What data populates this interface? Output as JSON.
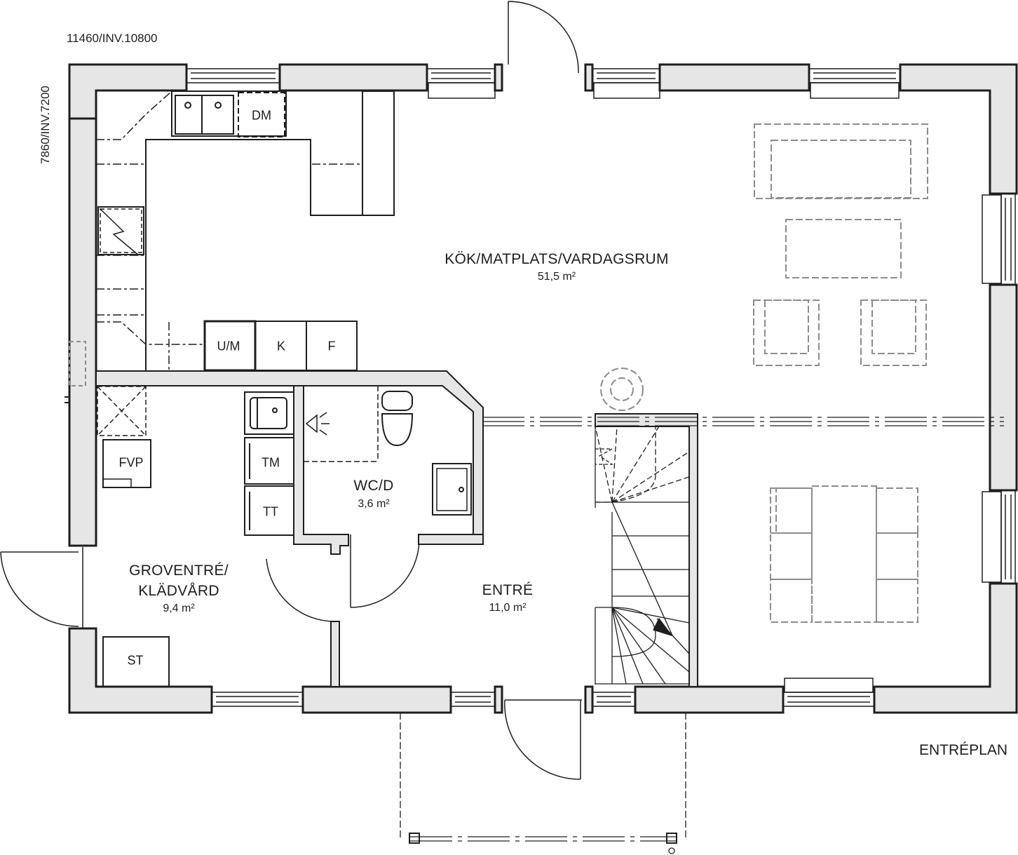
{
  "dimensions": {
    "width_label": "11460/INV.10800",
    "depth_label": "7860/INV.7200"
  },
  "plan_name": "ENTRÉPLAN",
  "rooms": {
    "living": {
      "name": "KÖK/MATPLATS/VARDAGSRUM",
      "area": "51,5 m²"
    },
    "wc": {
      "name": "WC/D",
      "area": "3,6 m²"
    },
    "utility": {
      "name_line1": "GROVENTRÉ/",
      "name_line2": "KLÄDVÅRD",
      "area": "9,4 m²"
    },
    "hall": {
      "name": "ENTRÉ",
      "area": "11,0 m²"
    }
  },
  "appliances": {
    "dm": "DM",
    "um": "U/M",
    "k": "K",
    "f": "F",
    "tm": "TM",
    "tt": "TT",
    "fvp": "FVP",
    "st": "ST"
  },
  "colors": {
    "wall_fill": "#e6e6e7",
    "line": "#1e1e1e",
    "furniture": "#8c8c8c"
  }
}
